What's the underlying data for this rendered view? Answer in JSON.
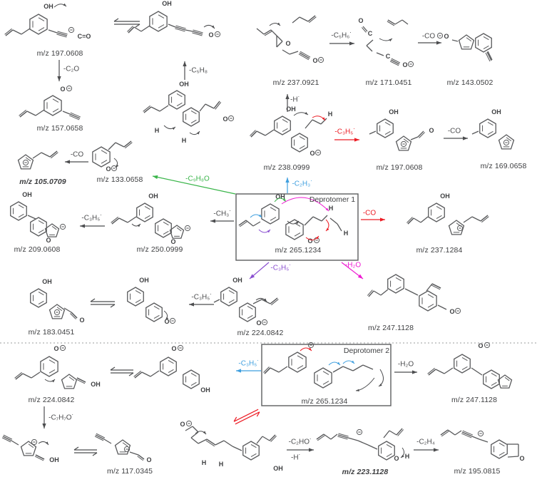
{
  "colors": {
    "structure": "#58595b",
    "text": "#3d3e40",
    "gray": "#4c4d4f",
    "red": "#ec1c24",
    "blue": "#3f9fdf",
    "green": "#3ab54a",
    "purple": "#8a4fd0",
    "magenta": "#ee1bd2",
    "divider": "#9a9b9d",
    "box": "#5c5d5f"
  },
  "scheme": {
    "sections": [
      {
        "label": "Deprotomer 1"
      },
      {
        "label": "Deprotomer 2"
      }
    ],
    "ions": [
      {
        "mz": "m/z 197.0608"
      },
      {
        "mz": "m/z 157.0658"
      },
      {
        "mz": "m/z 237.0921"
      },
      {
        "mz": "m/z 171.0451"
      },
      {
        "mz": "m/z 143.0502"
      },
      {
        "mz": "m/z 238.0999"
      },
      {
        "mz": "m/z 197.0608"
      },
      {
        "mz": "m/z 169.0658"
      },
      {
        "mz": "m/z 133.0658"
      },
      {
        "mz": "m/z 105.0709",
        "bold": true
      },
      {
        "mz": "m/z 209.0608"
      },
      {
        "mz": "m/z 250.0999"
      },
      {
        "mz": "m/z 265.1234"
      },
      {
        "mz": "m/z 237.1284"
      },
      {
        "mz": "m/z 183.0451"
      },
      {
        "mz": "m/z 224.0842"
      },
      {
        "mz": "m/z 247.1128"
      },
      {
        "mz": "m/z 224.0842"
      },
      {
        "mz": "m/z 117.0345"
      },
      {
        "mz": "m/z 265.1234"
      },
      {
        "mz": "m/z 247.1128"
      },
      {
        "mz": "m/z 223.1128",
        "bold": true
      },
      {
        "mz": "m/z 195.0815"
      }
    ],
    "losses": [
      {
        "label": "-C₂O",
        "color": "gray"
      },
      {
        "label": "-C₅H₈",
        "color": "gray"
      },
      {
        "label": "-C₅H₆˙",
        "color": "gray"
      },
      {
        "label": "-CO",
        "color": "gray"
      },
      {
        "label": "-H˙",
        "color": "gray"
      },
      {
        "label": "-C₃H₅˙",
        "color": "red"
      },
      {
        "label": "-CO",
        "color": "gray"
      },
      {
        "label": "-CO",
        "color": "gray"
      },
      {
        "label": "-C₉H₈O",
        "color": "green"
      },
      {
        "label": "-C₂H₃˙",
        "color": "blue"
      },
      {
        "label": "-CH₃˙",
        "color": "gray"
      },
      {
        "label": "-C₃H₅˙",
        "color": "gray"
      },
      {
        "label": "-CO",
        "color": "red"
      },
      {
        "label": "-C₃H₅˙",
        "color": "purple"
      },
      {
        "label": "-H₂O",
        "color": "magenta"
      },
      {
        "label": "-C₃H₅˙",
        "color": "gray"
      },
      {
        "label": "-C₃H₅˙",
        "color": "blue"
      },
      {
        "label": "-H₂O",
        "color": "gray"
      },
      {
        "label": "-C₇H₇O˙",
        "color": "gray"
      },
      {
        "label": "-C₂HO˙",
        "color": "gray"
      },
      {
        "label": "-H˙",
        "color": "gray"
      },
      {
        "label": "-C₂H₄",
        "color": "gray"
      }
    ],
    "structures": {
      "p197a": [
        "OH",
        "C=O"
      ],
      "p197b": [
        "OH",
        "O"
      ],
      "p157": [
        "O"
      ],
      "pMidTop": [
        "OH",
        "O",
        "H",
        "H"
      ],
      "p237": [
        "O",
        "O"
      ],
      "p171": [
        "O",
        "C",
        "C",
        "O"
      ],
      "p143": [
        "O"
      ],
      "p238": [
        "OH",
        "O",
        "H"
      ],
      "p197c": [
        "OH",
        "O"
      ],
      "p169": [
        "OH"
      ],
      "p133": [
        "O"
      ],
      "p105": [],
      "p209": [
        "OH",
        "O"
      ],
      "p250": [
        "OH",
        "O"
      ],
      "dep1": [
        "OH",
        "H",
        "O",
        "H"
      ],
      "p237b": [
        "OH"
      ],
      "p183": [
        "OH",
        "O"
      ],
      "pInterm4": [
        "OH",
        "O"
      ],
      "p224a": [
        "OH",
        "O"
      ],
      "p247a": [
        "O"
      ],
      "p224b": [
        "O",
        "OH"
      ],
      "pInterm5": [
        "O",
        "OH"
      ],
      "p247b": [
        "O"
      ],
      "pBotLeft": [
        "OH"
      ],
      "p117": [
        "O"
      ],
      "pBotMid": [
        "O",
        "H",
        "H",
        "OH"
      ],
      "p223": [
        "O",
        "H"
      ],
      "p195": [
        "O"
      ]
    }
  }
}
